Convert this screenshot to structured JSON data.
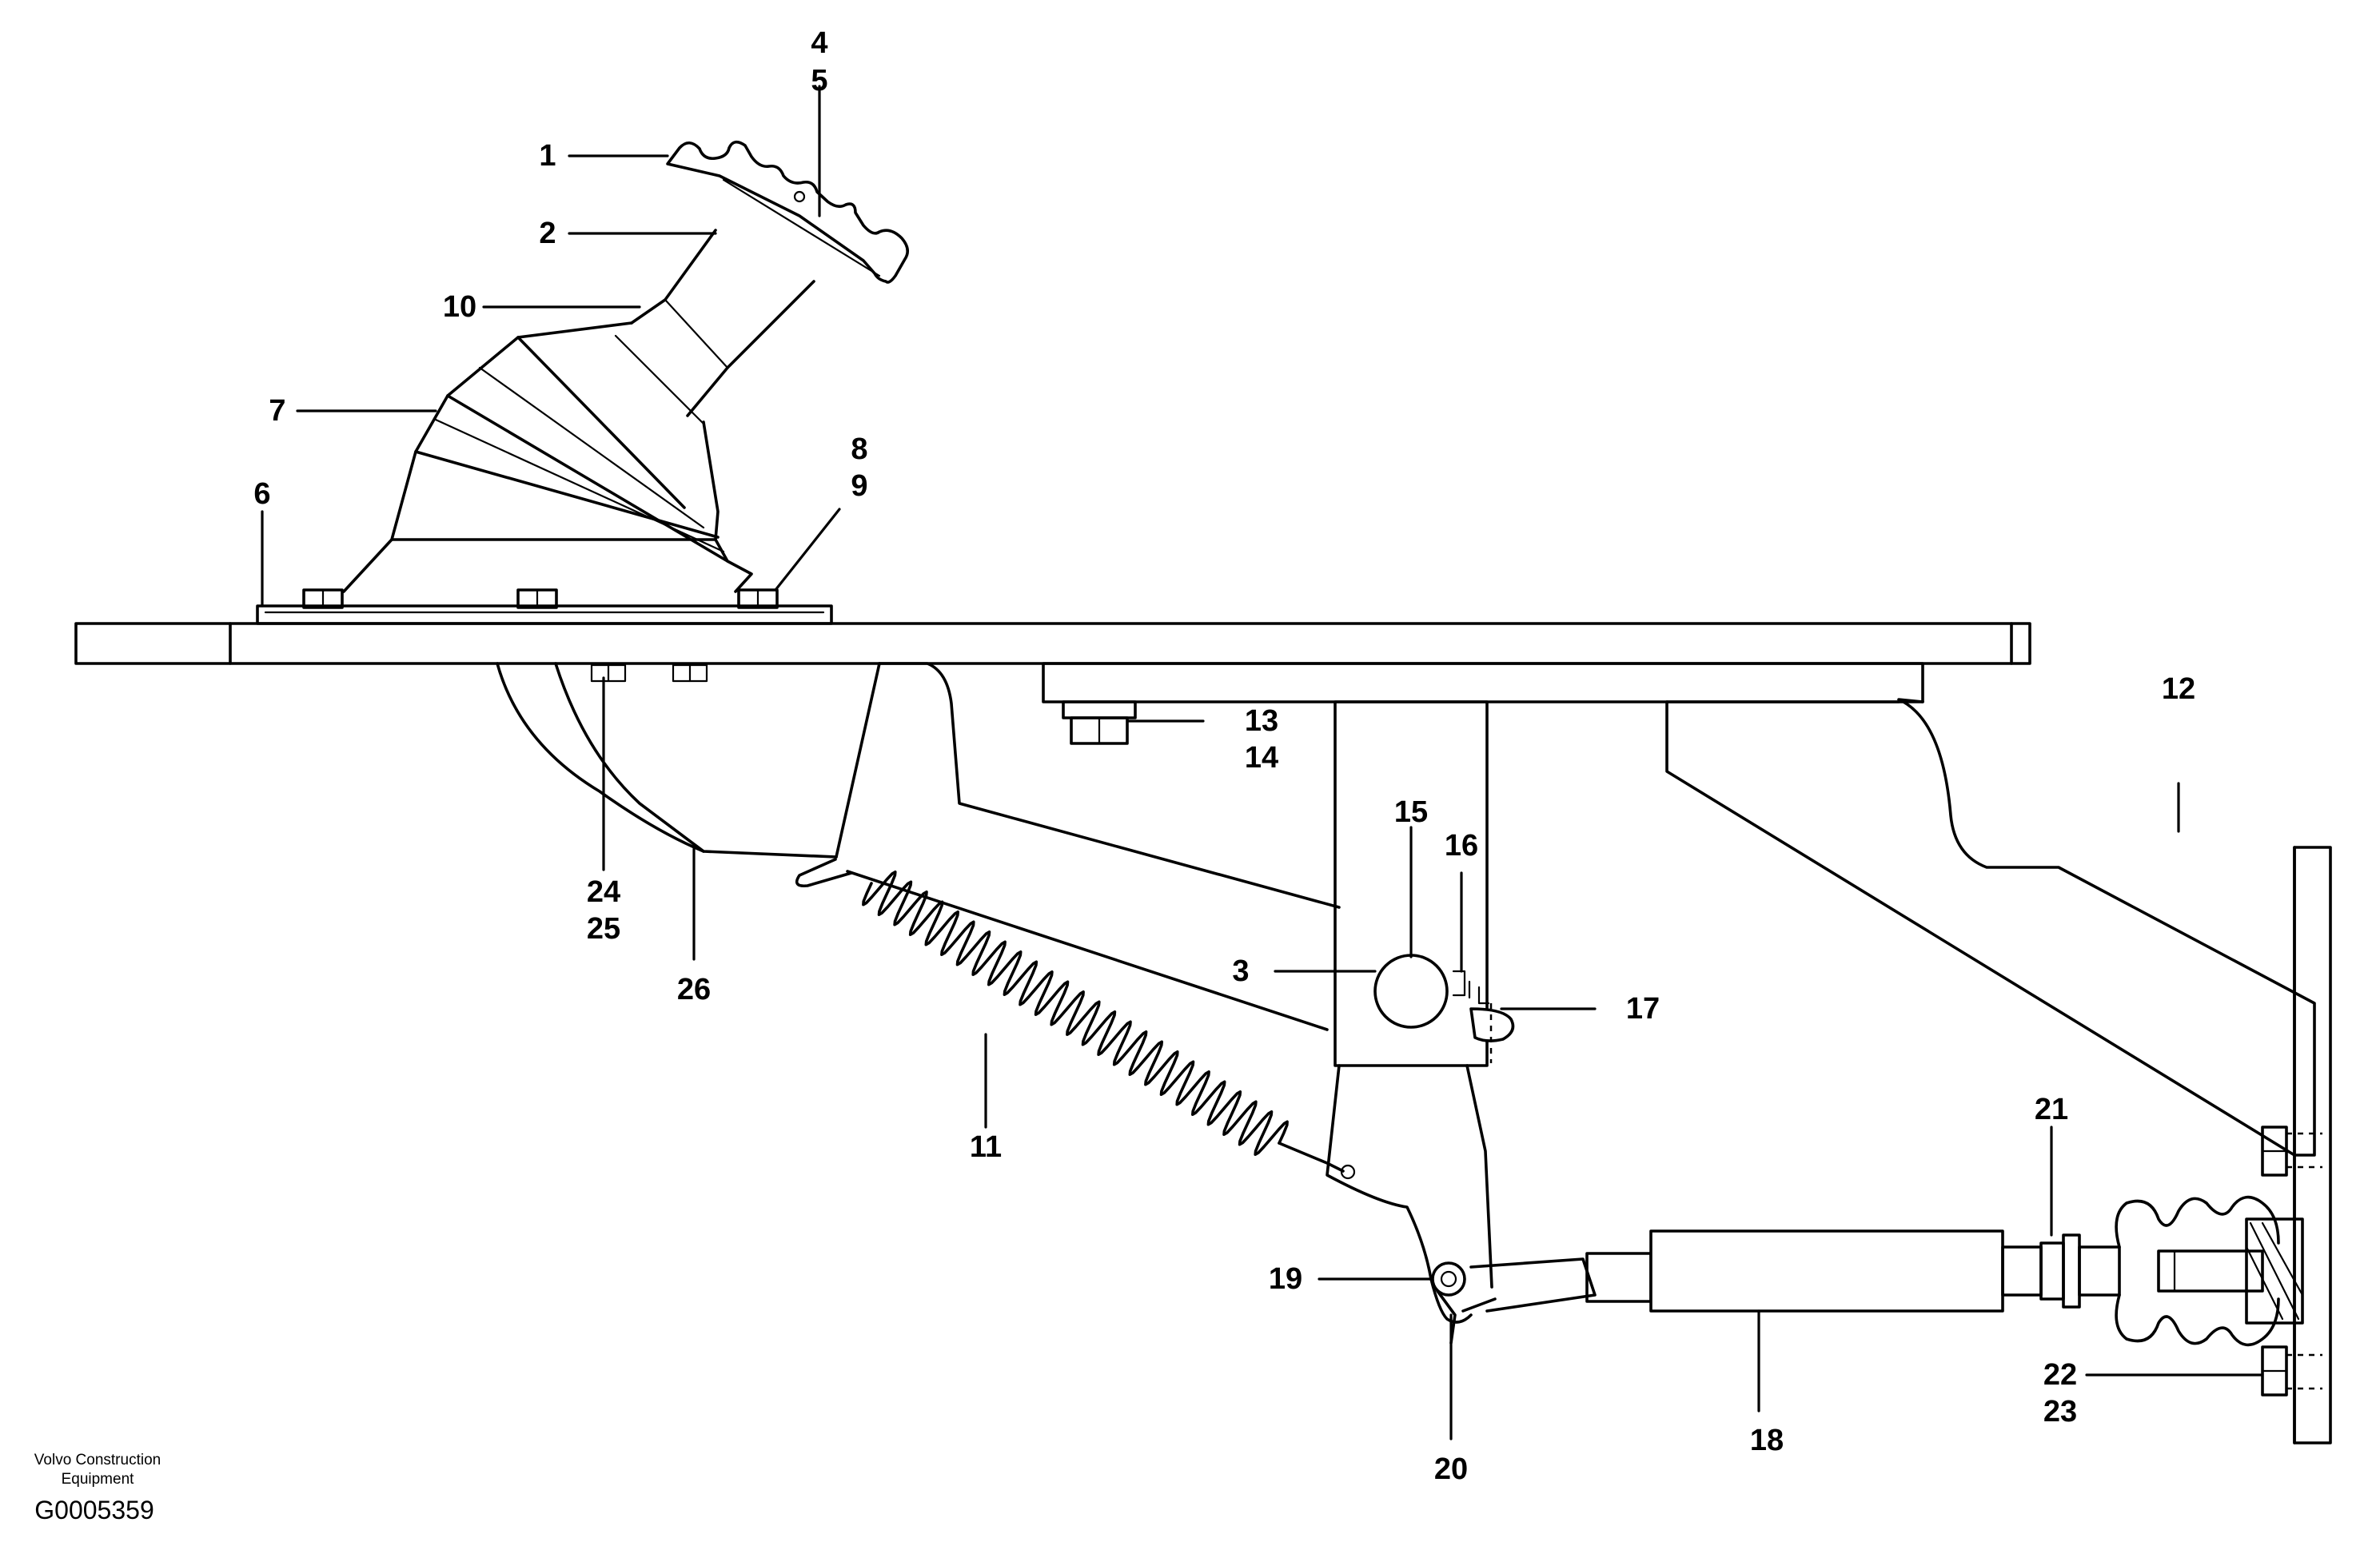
{
  "footer": {
    "company_line1": "Volvo Construction",
    "company_line2": "Equipment",
    "drawing_number": "G0005359"
  },
  "callouts": {
    "c1": "1",
    "c2": "2",
    "c3": "3",
    "c4": "4",
    "c5": "5",
    "c6": "6",
    "c7": "7",
    "c8": "8",
    "c9": "9",
    "c10": "10",
    "c11": "11",
    "c12": "12",
    "c13": "13",
    "c14": "14",
    "c15": "15",
    "c16": "16",
    "c17": "17",
    "c18": "18",
    "c19": "19",
    "c20": "20",
    "c21": "21",
    "c22": "22",
    "c23": "23",
    "c24": "24",
    "c25": "25",
    "c26": "26"
  }
}
